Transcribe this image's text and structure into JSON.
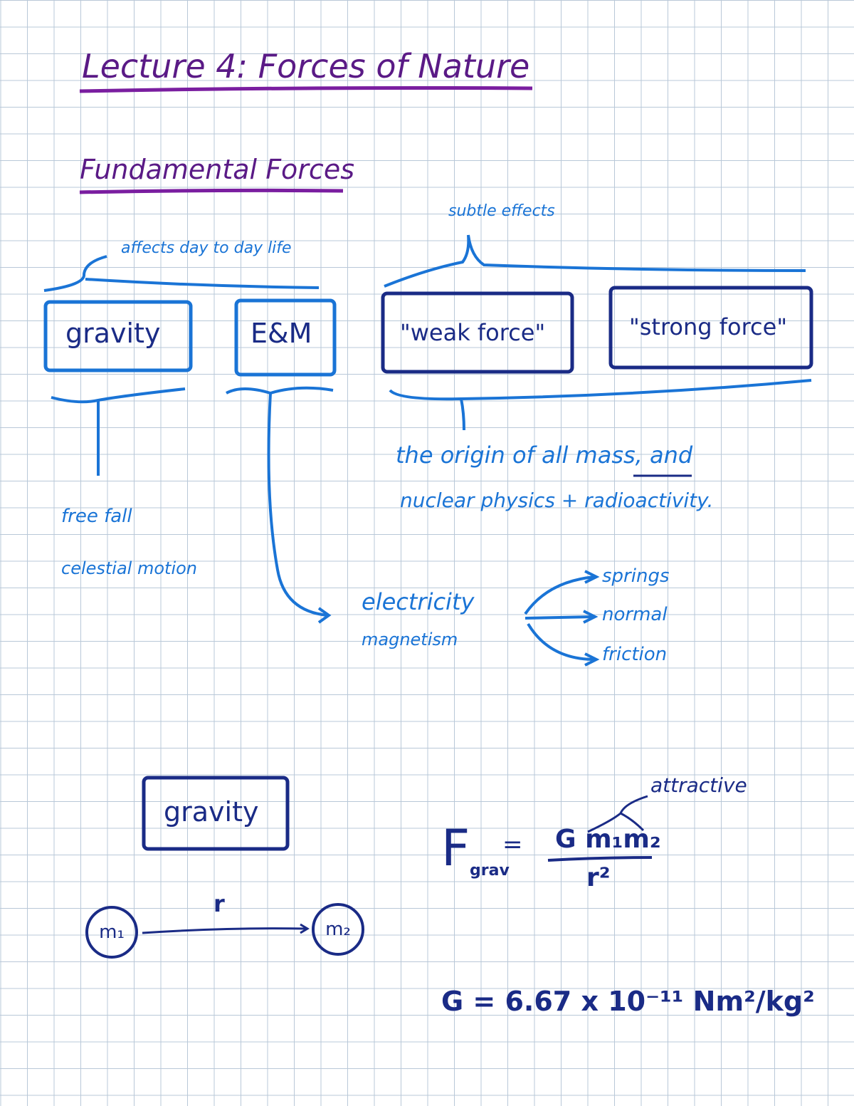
{
  "title": "Lecture 4: Forces of Nature",
  "section_heading": "Fundamental Forces",
  "annotations": {
    "everyday": "affects day to day life",
    "subtle": "subtle effects",
    "origin_line1": "the origin of all mass, and",
    "origin_line2": "nuclear physics + radioactivity."
  },
  "forces": [
    "gravity",
    "E&M",
    "\"weak force\"",
    "\"strong force\""
  ],
  "gravity_examples": [
    "free fall",
    "celestial motion"
  ],
  "em_branches": [
    "electricity",
    "magnetism"
  ],
  "em_outcomes": [
    "springs",
    "normal",
    "friction"
  ],
  "gravity_section": {
    "box_label": "gravity",
    "mass1": "m₁",
    "mass2": "m₂",
    "distance": "r",
    "attractive_label": "attractive",
    "formula_lhs": "F",
    "formula_sub": "grav",
    "formula_num": "G m₁m₂",
    "formula_den": "r²",
    "constant": "G = 6.67 x 10⁻¹¹ Nm²/kg²"
  },
  "colors": {
    "purple": "#5a1a86",
    "blue": "#1a74d6",
    "navy": "#1a2b86",
    "grid": "#b9c8d8"
  }
}
